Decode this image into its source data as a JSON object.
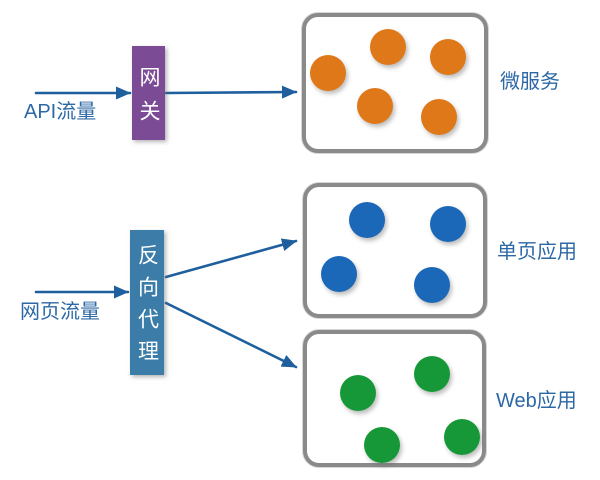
{
  "diagram": {
    "flows": {
      "api": {
        "source_label": "API流量",
        "node_label": "网关",
        "target": {
          "label": "微服务",
          "instance_count": 5
        }
      },
      "web": {
        "source_label": "网页流量",
        "node_label": "反向代理",
        "targets": [
          {
            "label": "单页应用",
            "instance_count": 4
          },
          {
            "label": "Web应用",
            "instance_count": 4
          }
        ]
      }
    }
  },
  "colors": {
    "background": "#ffffff",
    "label_text": "#2d68a6",
    "arrow": "#1f5f9e",
    "gateway_fill": "#7c4b96",
    "proxy_fill": "#3b7ca8",
    "node_text": "#ffffff",
    "cluster_border": "#8a8a8a",
    "cluster_fill": "#ffffff",
    "microservice_dot": "#de7818",
    "spa_dot": "#1b67b8",
    "webapp_dot": "#169838"
  }
}
